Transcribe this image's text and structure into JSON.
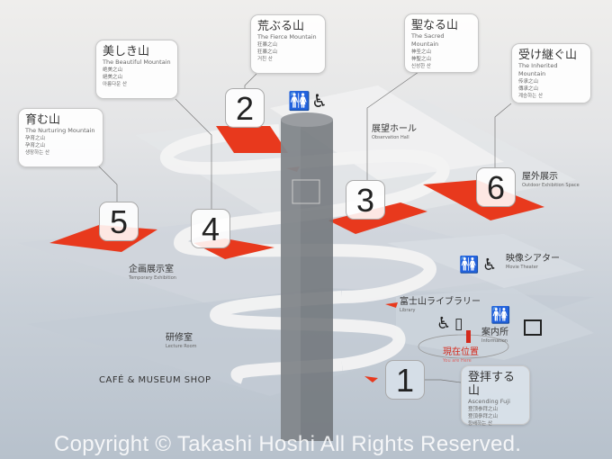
{
  "mountains": [
    {
      "number": "1",
      "title": "登拝する山",
      "english": "Ascending Fuji",
      "lines": [
        "登顶参拜之山",
        "登頂參拜之山",
        "등배하는 산"
      ]
    },
    {
      "number": "2",
      "title": "荒ぶる山",
      "english": "The Fierce Mountain",
      "lines": [
        "狂暴之山",
        "狂暴之山",
        "거친 산"
      ]
    },
    {
      "number": "3",
      "title": "聖なる山",
      "english": "The Sacred Mountain",
      "lines": [
        "神圣之山",
        "神聖之山",
        "신성한 산"
      ]
    },
    {
      "number": "4",
      "title": "美しき山",
      "english": "The Beautiful Mountain",
      "lines": [
        "绝美之山",
        "絕美之山",
        "아름다운 산"
      ]
    },
    {
      "number": "5",
      "title": "育む山",
      "english": "The Nurturing Mountain",
      "lines": [
        "孕育之山",
        "孕育之山",
        "생장하는 산"
      ]
    },
    {
      "number": "6",
      "title": "受け継ぐ山",
      "english": "The Inherited Mountain",
      "lines": [
        "传承之山",
        "傳承之山",
        "계승하는 산"
      ]
    }
  ],
  "areas": {
    "observation": {
      "jp": "展望ホール",
      "en": "Observation Hall"
    },
    "outdoor": {
      "jp": "屋外展示",
      "en": "Outdoor Exhibition Space"
    },
    "theater": {
      "jp": "映像シアター",
      "en": "Movie Theater"
    },
    "library": {
      "jp": "富士山ライブラリー",
      "en": "Library"
    },
    "info": {
      "jp": "案内所",
      "en": "Information"
    },
    "here": {
      "jp": "現在位置",
      "en": "You are Here"
    },
    "temporary": {
      "jp": "企画展示室",
      "en": "Temporary Exhibition"
    },
    "lecture": {
      "jp": "研修室",
      "en": "Lecture Room"
    },
    "cafe": "CAFÉ & MUSEUM SHOP"
  },
  "icons": [
    "restroom-icon",
    "wheelchair-icon",
    "elevator-icon",
    "locker-icon",
    "baby-icon"
  ],
  "watermark": "Copyright © Takashi Hoshi All Rights Reserved.",
  "colors": {
    "accent": "#e8391d",
    "orange": "#f39a2c",
    "here": "#d42a1c"
  }
}
